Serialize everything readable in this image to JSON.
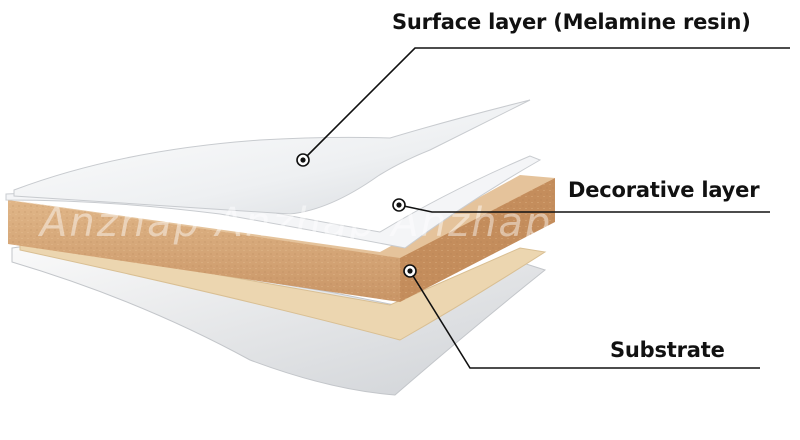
{
  "labels": {
    "surface": "Surface layer (Melamine resin)",
    "decorative": "Decorative layer",
    "substrate": "Substrate"
  },
  "watermark": "Anzhap Anzhap Anzhap A",
  "colors": {
    "board": "#d8a878",
    "board_edge": "#b98656",
    "white_sheet": "#f2f3f5",
    "grey_sheet": "#d9dbde",
    "beige_sheet": "#ecd6b0",
    "line": "#111111"
  }
}
